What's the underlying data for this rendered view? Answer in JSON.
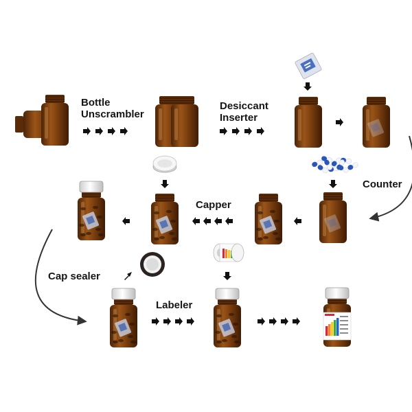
{
  "labels": {
    "bottle_unscrambler": [
      "Bottle",
      "Unscrambler"
    ],
    "desiccant_inserter": [
      "Desiccant",
      "Inserter"
    ],
    "counter": "Counter",
    "capper": "Capper",
    "cap_sealer": "Cap sealer",
    "labeler": "Labeler"
  },
  "icons": {
    "bottle": "amber-pill-bottle-icon",
    "cap": "white-cap-icon",
    "desiccant": "desiccant-pack-icon",
    "capsules": "capsules-icon",
    "seal": "foil-seal-icon",
    "label_roll": "label-roll-icon"
  },
  "colors": {
    "amber": "#8a4a14",
    "amber_dark": "#4a2206",
    "arrow": "#111111",
    "capsule_blue": "#2a56b8",
    "cap_white": "#f2f2f2"
  }
}
